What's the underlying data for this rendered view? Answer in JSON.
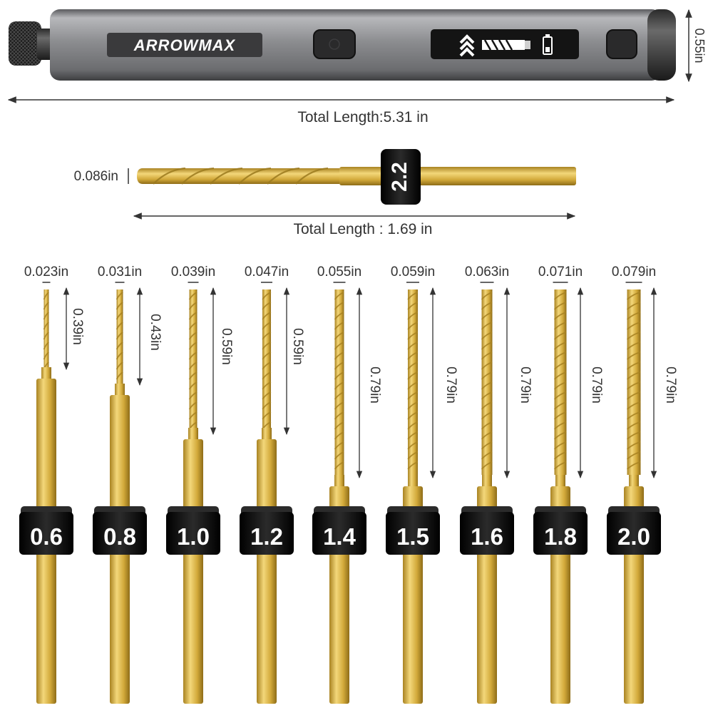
{
  "pen": {
    "brand": "ARROWMAX",
    "height_label": "0.55in",
    "total_length_label": "Total Length:5.31 in",
    "display_icons": [
      "chevron-up-icon",
      "drill-bit-icon",
      "battery-icon"
    ]
  },
  "large_bit": {
    "size_label": "2.2",
    "diameter_label": "0.086in",
    "total_length_label": "Total Length : 1.69 in"
  },
  "bits": [
    {
      "size": "0.6",
      "diameter": "0.023in",
      "flute_length": "0.39in"
    },
    {
      "size": "0.8",
      "diameter": "0.031in",
      "flute_length": "0.43in"
    },
    {
      "size": "1.0",
      "diameter": "0.039in",
      "flute_length": "0.59in"
    },
    {
      "size": "1.2",
      "diameter": "0.047in",
      "flute_length": "0.59in"
    },
    {
      "size": "1.4",
      "diameter": "0.055in",
      "flute_length": "0.79in"
    },
    {
      "size": "1.5",
      "diameter": "0.059in",
      "flute_length": "0.79in"
    },
    {
      "size": "1.6",
      "diameter": "0.063in",
      "flute_length": "0.79in"
    },
    {
      "size": "1.8",
      "diameter": "0.071in",
      "flute_length": "0.79in"
    },
    {
      "size": "2.0",
      "diameter": "0.079in",
      "flute_length": "0.79in"
    }
  ],
  "colors": {
    "gold": "#d9b441",
    "gold_dark": "#a98322",
    "pen_body": "#8a8b8e",
    "collar": "#111111",
    "line": "#333333"
  }
}
